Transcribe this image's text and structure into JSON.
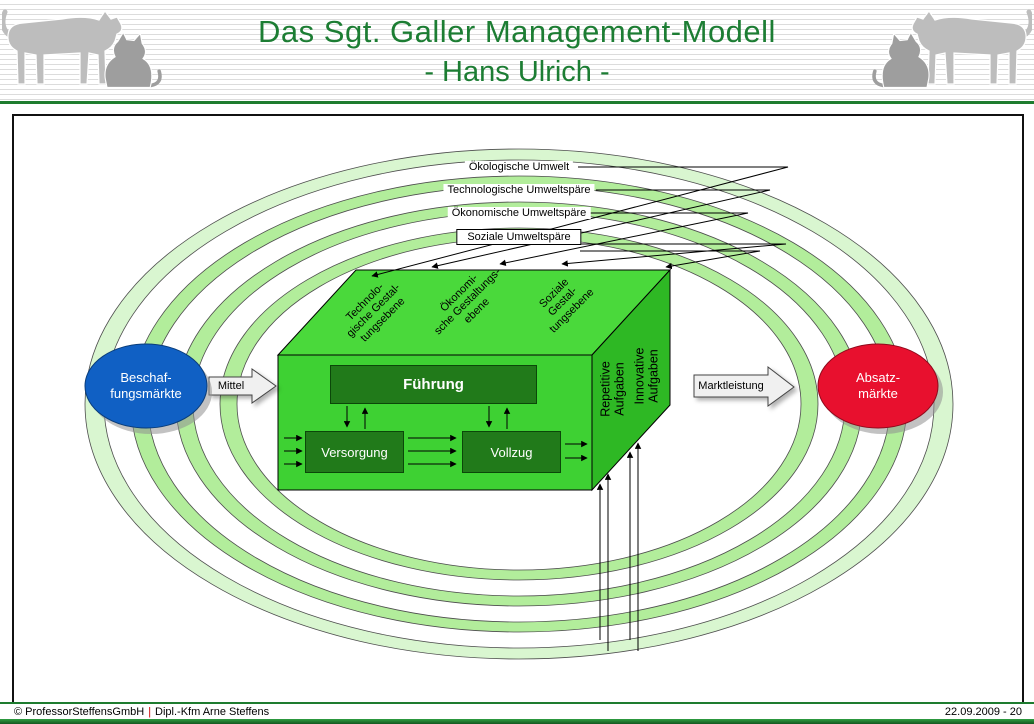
{
  "header": {
    "title": "Das Sgt. Galler Management-Modell",
    "subtitle": "- Hans Ulrich -"
  },
  "environment_rings": {
    "labels": [
      "Ökologische Umwelt",
      "Technologische Umweltspäre",
      "Ökonomische Umweltspäre",
      "Soziale Umweltspäre"
    ]
  },
  "cube": {
    "design_levels": [
      "Technolo-\ngische Gestal-\ntungsebene",
      "Ökonomi-\nsche Gestaltungs-\nebene",
      "Soziale\nGestal-\ntungsebene"
    ],
    "fuehrung": "Führung",
    "versorgung": "Versorgung",
    "vollzug": "Vollzug",
    "task_types": [
      "Repetitive\nAufgaben",
      "Innovative\nAufgaben"
    ]
  },
  "markets": {
    "procurement": "Beschaf-\nfungsmärkte",
    "sales": "Absatz-\nmärkte"
  },
  "flows": {
    "input": "Mittel",
    "output": "Marktleistung"
  },
  "footer": {
    "company": "© ProfessorSteffensGmbH",
    "separator": "|",
    "author": "Dipl.-Kfm Arne Steffens",
    "date_page": "22.09.2009 - 20"
  },
  "colors": {
    "brand_green": "#1e7c2f",
    "ring_light_green": "#d9f6d0",
    "ring_green": "#b2ed9b",
    "cube_front": "#3ed133",
    "cube_top": "#4ad93b",
    "cube_side": "#2eb824",
    "inner_box_green": "#217a1a",
    "market_blue": "#1060c4",
    "market_red": "#e8102e",
    "separator_red": "#cc0000"
  }
}
